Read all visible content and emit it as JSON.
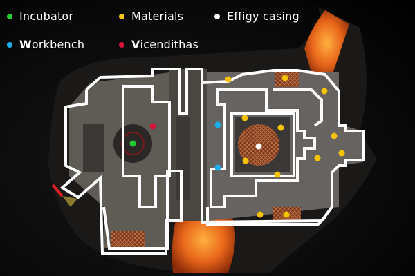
{
  "legend": [
    {
      "id": "incubator",
      "label": "Incubator",
      "color": "#22cc33"
    },
    {
      "id": "materials",
      "label": "Materials",
      "color": "#f5c400"
    },
    {
      "id": "effigy",
      "label": "Effigy casing",
      "color": "#ffffff"
    },
    {
      "id": "workbench",
      "label": "Workbench",
      "color": "#1aaeea"
    },
    {
      "id": "vicendithas",
      "label": "Vicendithas",
      "color": "#d4143a"
    }
  ],
  "colors": {
    "wall": "#ffffff",
    "lava": "#e8661a",
    "floor": "#6e6a64",
    "dark": "#2a2a2a",
    "exit": "#e02020"
  },
  "icons": {
    "incubator": "green-dot-icon",
    "materials": "yellow-dot-icon",
    "effigy": "white-dot-icon",
    "workbench": "blue-dot-icon",
    "vicendithas": "red-dot-icon"
  }
}
